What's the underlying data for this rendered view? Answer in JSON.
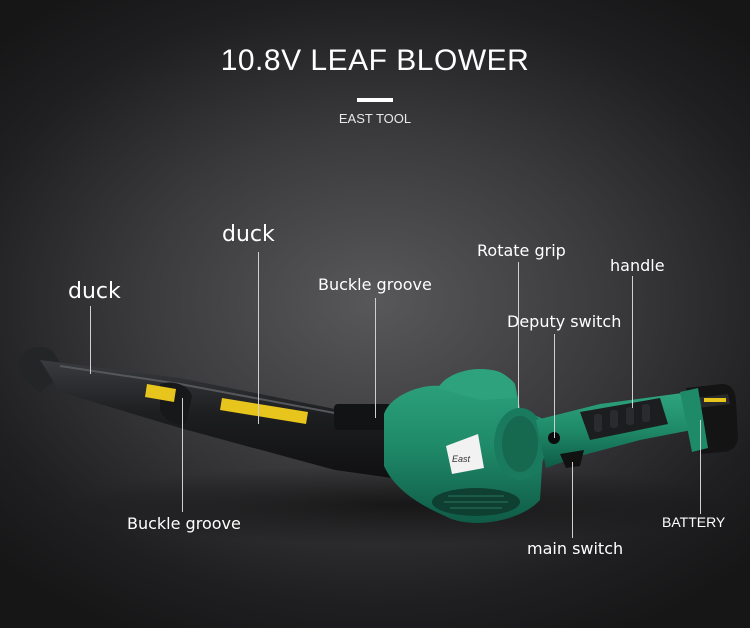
{
  "header": {
    "title": "10.8V  LEAF BLOWER",
    "subtitle": "EAST TOOL"
  },
  "product": {
    "badge_text": "East",
    "colors": {
      "body_green": "#1f8a68",
      "body_green_dark": "#126650",
      "tube_black": "#1c1d1f",
      "label_yellow": "#e8c51c",
      "battery_black": "#141414"
    }
  },
  "callouts": {
    "duck_left": "duck",
    "duck_mid": "duck",
    "buckle_groove_top": "Buckle groove",
    "buckle_groove_bottom": "Buckle groove",
    "rotate_grip": "Rotate grip",
    "handle": "handle",
    "deputy_switch": "Deputy switch",
    "main_switch": "main switch",
    "battery": "BATTERY"
  }
}
